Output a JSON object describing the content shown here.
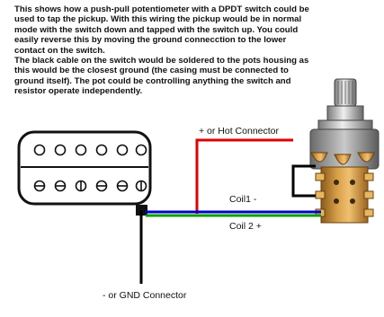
{
  "description": {
    "paragraph1": "This shows how a push-pull potentiometer with a DPDT switch could be used to tap the pickup. With this wiring the pickup would be in normal mode with the switch down and tapped with the switch up. You could easily reverse this by moving the ground connecction to the lower contact on the switch.",
    "paragraph2": "The black cable on the switch would be soldered to the pots housing as this would be the closest ground (the casing must be connected to ground itself). The pot could be controlling anything the switch and resistor operate independently."
  },
  "labels": {
    "hot": "+ or Hot Connector",
    "coil1": "Coil1 -",
    "coil2": "Coil 2 +",
    "ground": "- or GND Connector"
  },
  "wire_colors": {
    "hot": "#e00000",
    "coil1": "#0000cc",
    "coil2": "#00a000",
    "ground": "#000000"
  }
}
